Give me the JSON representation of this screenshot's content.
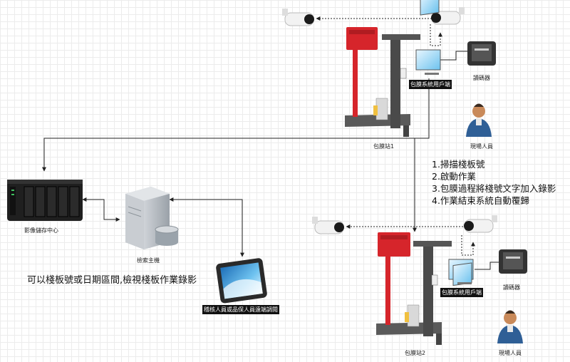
{
  "labels": {
    "storage": "影像儲存中心",
    "host": "檢索主機",
    "tablet": "稽核人員或品保人員遠端調閱",
    "query_note": "可以棧板號或日期區間,檢視棧板作業錄影",
    "station1": "包膜站1",
    "station2": "包膜站2",
    "client1": "包膜系統用戶端",
    "client2": "包膜系統用戶端",
    "reader1": "讀碼器",
    "reader2": "讀碼器",
    "operator1": "現場人員",
    "operator2": "現場人員"
  },
  "steps": [
    "1.掃描棧板號",
    "2.啟動作業",
    "3.包膜過程將棧號文字加入錄影",
    "4.作業結束系統自動覆歸"
  ],
  "colors": {
    "machine_red": "#d6252b",
    "machine_gray": "#4a4a4a",
    "camera_white": "#f2f2f2",
    "line": "#222222"
  }
}
